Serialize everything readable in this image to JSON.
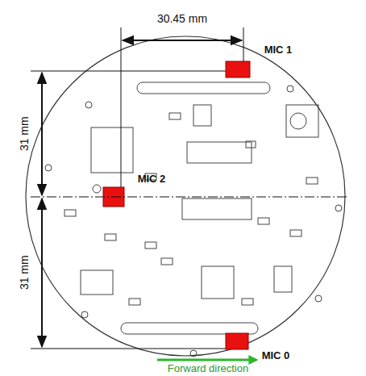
{
  "diagram": {
    "labels": [
      "30.45 mm",
      "MIC 1",
      "31 mm",
      "MIC 2",
      "31 mm",
      "MIC 0",
      "Forward direction"
    ]
  }
}
